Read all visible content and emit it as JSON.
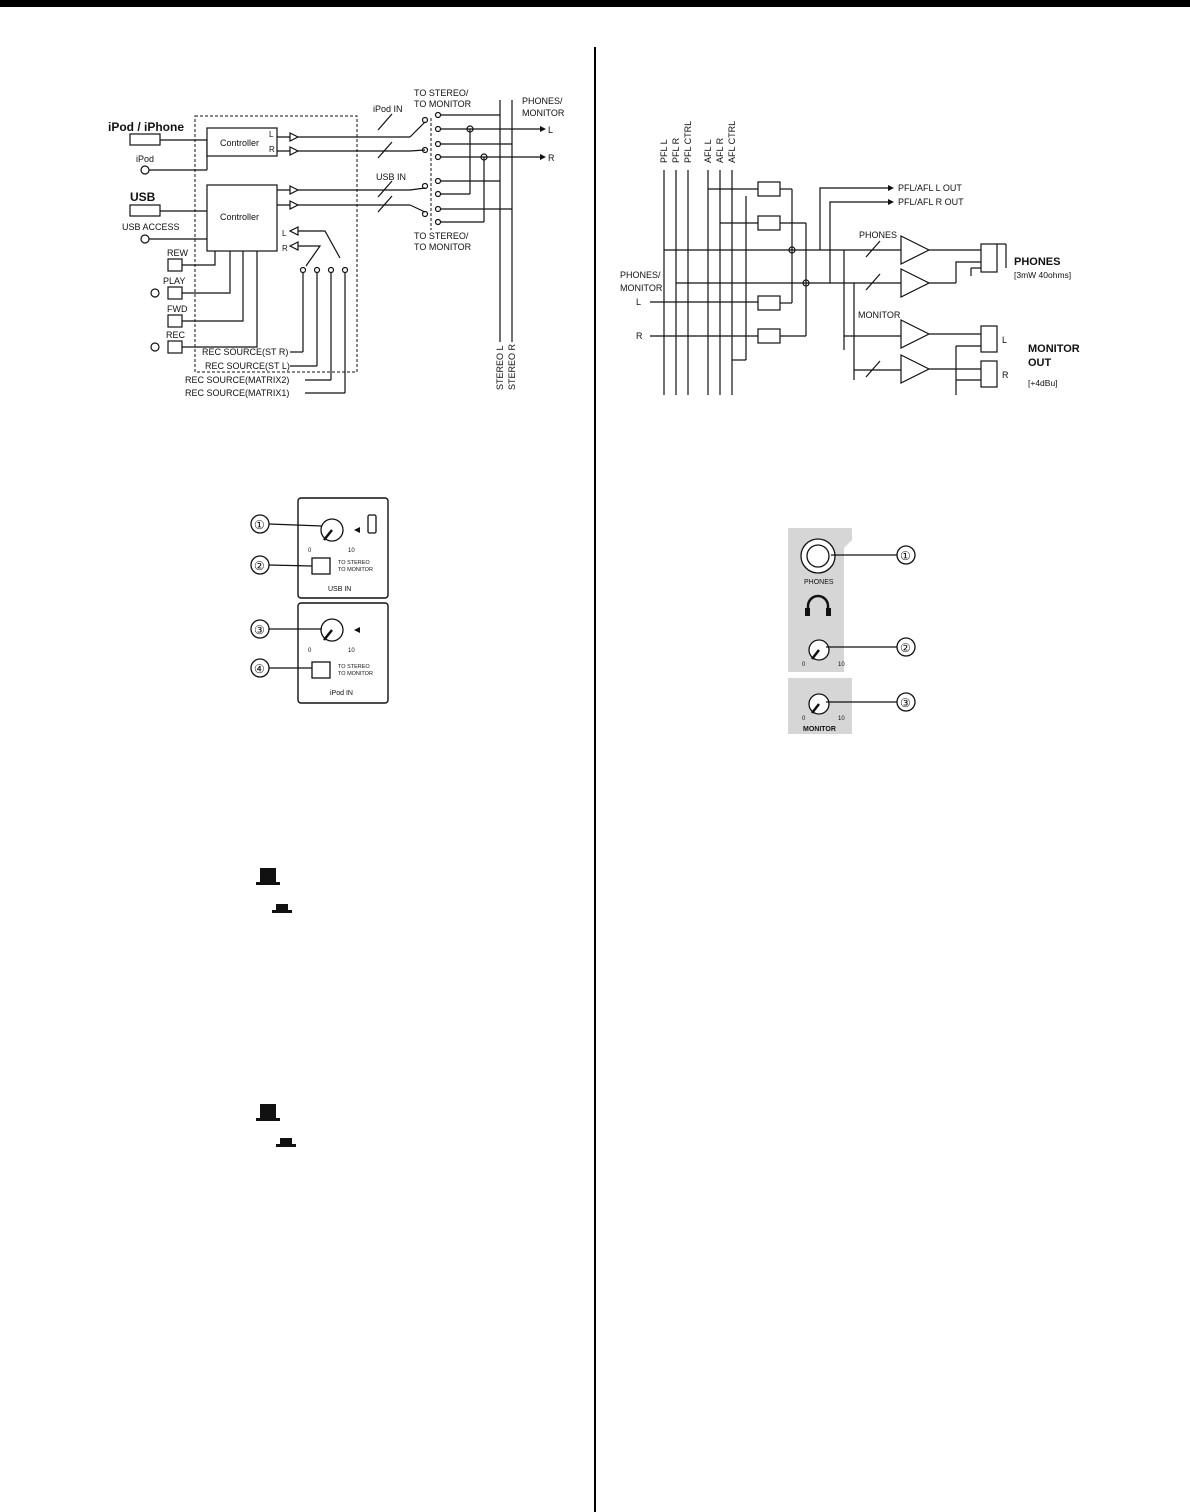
{
  "diagram1": {
    "ipod_label": "iPod / iPhone",
    "ipod_sub": "iPod",
    "usb_label": "USB",
    "usb_access": "USB ACCESS",
    "controller1": "Controller",
    "controller2": "Controller",
    "ch_L": "L",
    "ch_R": "R",
    "rew": "REW",
    "play": "PLAY",
    "fwd": "FWD",
    "rec": "REC",
    "ipod_in": "iPod IN",
    "usb_in": "USB IN",
    "to_stereo_1": "TO STEREO/",
    "to_monitor_1": "TO MONITOR",
    "to_stereo_2": "TO STEREO/",
    "to_monitor_2": "TO MONITOR",
    "phones_monitor_1": "PHONES/",
    "phones_monitor_2": "MONITOR",
    "out_L": "L",
    "out_R": "R",
    "rec_src_str": "REC SOURCE(ST R)",
    "rec_src_stl": "REC SOURCE(ST L)",
    "rec_src_m2": "REC SOURCE(MATRIX2)",
    "rec_src_m1": "REC SOURCE(MATRIX1)",
    "stereo_l": "STEREO L",
    "stereo_r": "STEREO R"
  },
  "diagram2": {
    "bus_labels": [
      "PFL L",
      "PFL R",
      "PFL CTRL",
      "AFL L",
      "AFL R",
      "AFL CTRL"
    ],
    "pfl_afl_l_out": "PFL/AFL  L OUT",
    "pfl_afl_r_out": "PFL/AFL  R OUT",
    "phones": "PHONES",
    "monitor": "MONITOR",
    "phones_monitor_1": "PHONES/",
    "phones_monitor_2": "MONITOR",
    "in_L": "L",
    "in_R": "R",
    "phones_out": "PHONES",
    "phones_spec": "[3mW 40ohms]",
    "monitor_out_1": "MONITOR",
    "monitor_out_2": "OUT",
    "monitor_spec": "[+4dBu]",
    "out_L": "L",
    "out_R": "R"
  },
  "panel1": {
    "callouts": [
      "①",
      "②",
      "③",
      "④"
    ],
    "scale_min": "0",
    "scale_max": "10",
    "to_stereo": "TO STEREO",
    "to_monitor": "TO MONITOR",
    "usb_in": "USB  IN",
    "ipod_in": "iPod  IN"
  },
  "panel2": {
    "callouts": [
      "①",
      "②",
      "③"
    ],
    "phones": "PHONES",
    "monitor": "MONITOR",
    "scale_min": "0",
    "scale_max": "10"
  }
}
